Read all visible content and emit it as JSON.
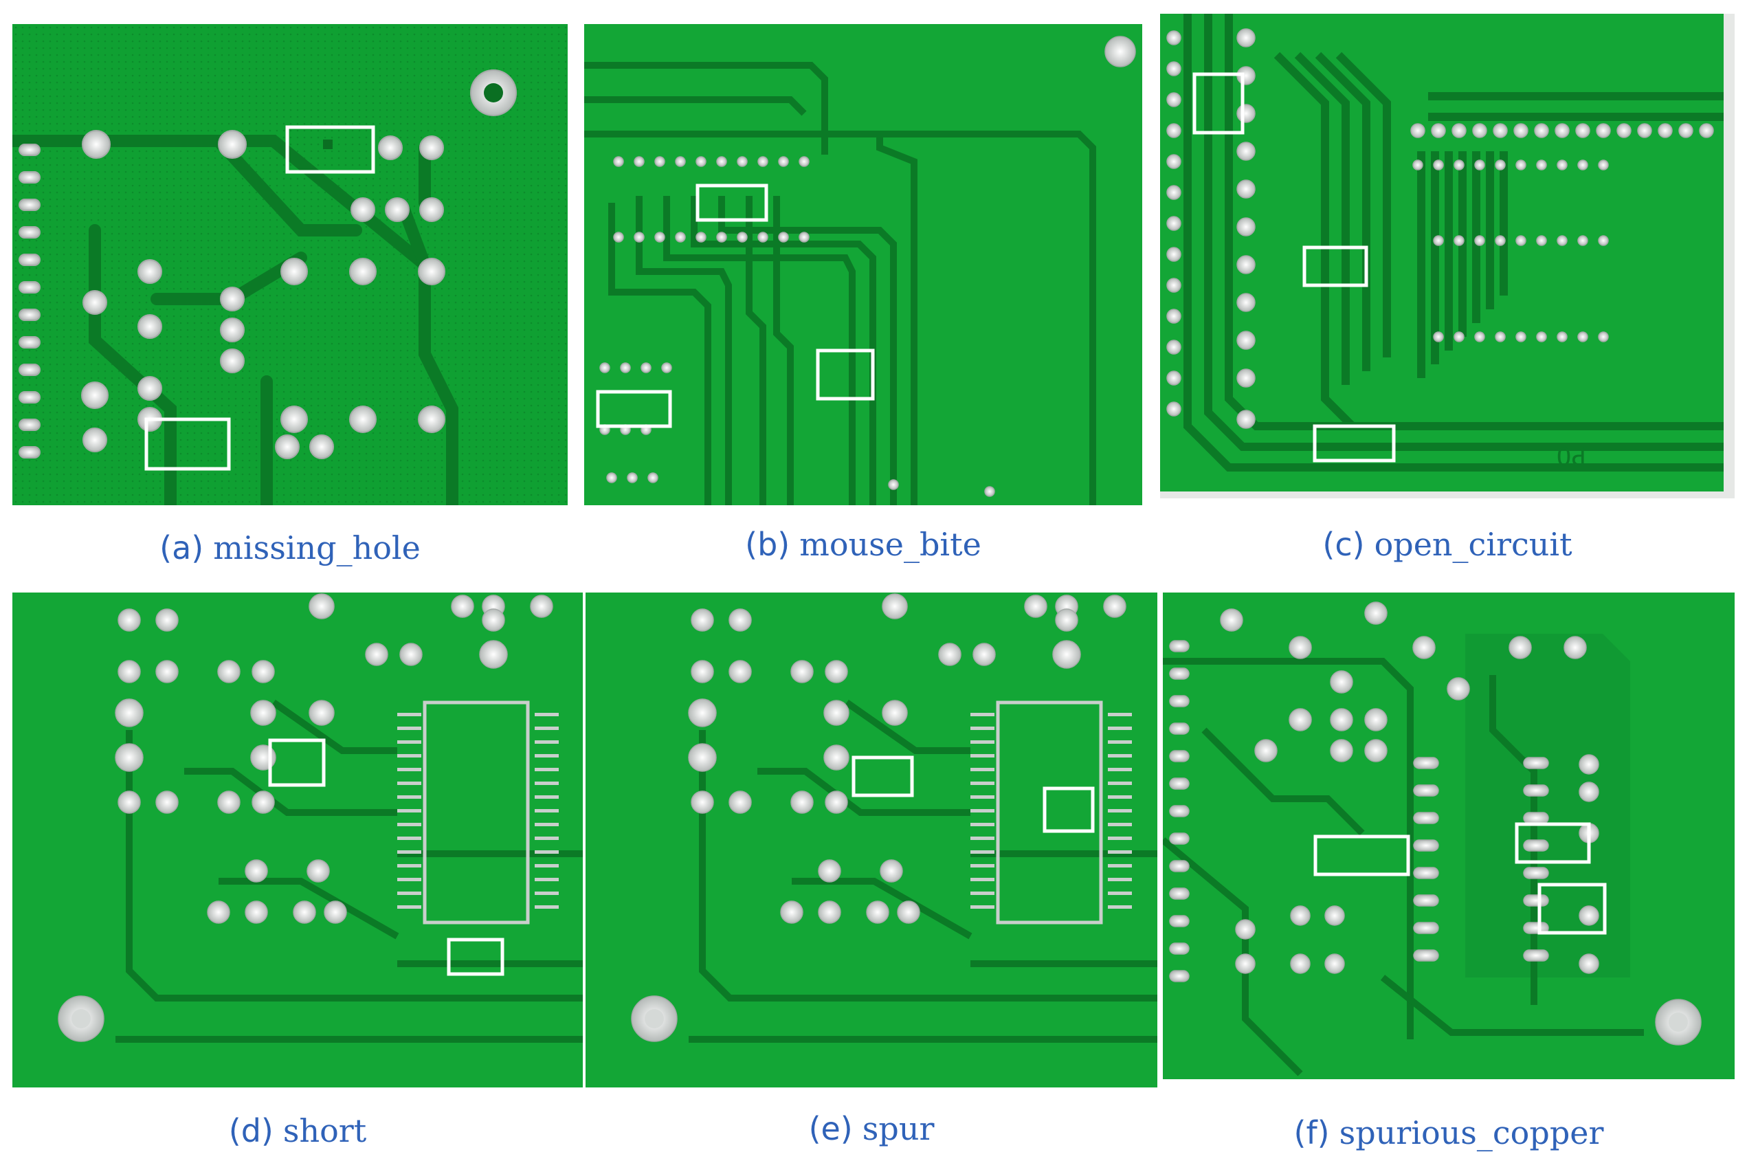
{
  "figure": {
    "panels": [
      {
        "id": "a",
        "tag": "(a)",
        "name": "missing_hole"
      },
      {
        "id": "b",
        "tag": "(b)",
        "name": "mouse_bite"
      },
      {
        "id": "c",
        "tag": "(c)",
        "name": "open_circuit",
        "silkscreen_text": "PO"
      },
      {
        "id": "d",
        "tag": "(d)",
        "name": "short"
      },
      {
        "id": "e",
        "tag": "(e)",
        "name": "spur"
      },
      {
        "id": "f",
        "tag": "(f)",
        "name": "spurious_copper"
      }
    ]
  },
  "colors": {
    "board": "#0fa032",
    "trace": "#0b7a26",
    "pad": "#cfd3d1",
    "marker_box": "#ffffff",
    "caption_text": "#2f62b8"
  }
}
